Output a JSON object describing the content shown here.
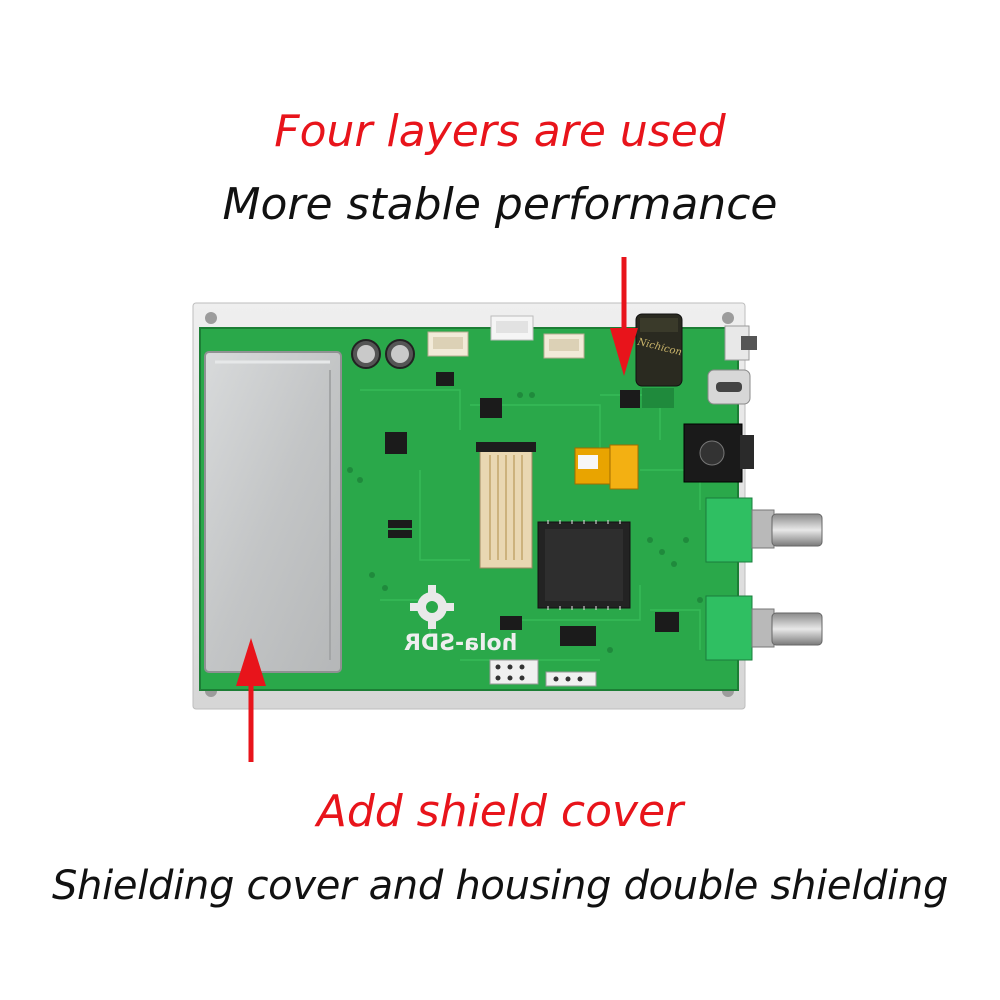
{
  "captions": {
    "top_highlight": "Four layers are used",
    "top_subtitle": "More stable performance",
    "bottom_highlight": "Add shield cover",
    "bottom_subtitle": "Shielding cover and housing double shielding"
  },
  "board": {
    "silkscreen_logo": "hola-SDR",
    "capacitor_marking": "Nichicon"
  },
  "colors": {
    "highlight_text": "#e8141b",
    "body_text": "#111111",
    "arrow": "#e8141b",
    "pcb_green": "#2aa84a",
    "shield_silver": "#c9cbcc",
    "aluminum_frame": "#e4e4e4"
  }
}
